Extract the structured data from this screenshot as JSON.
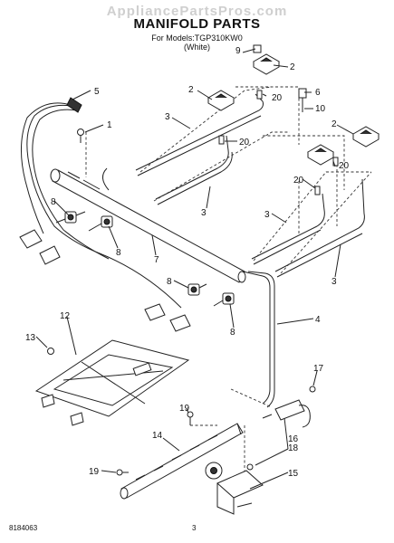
{
  "watermark": "AppliancePartsPros.com",
  "title": "MANIFOLD PARTS",
  "subtitle_line1": "For Models:TGP310KW0",
  "subtitle_line2": "(White)",
  "footer_code": "8184063",
  "page_number": "3",
  "callouts": {
    "c1": "1",
    "c2a": "2",
    "c2b": "2",
    "c2c": "2",
    "c3a": "3",
    "c3b": "3",
    "c3c": "3",
    "c3d": "3",
    "c4": "4",
    "c5": "5",
    "c6": "6",
    "c7": "7",
    "c8a": "8",
    "c8b": "8",
    "c8c": "8",
    "c8d": "8",
    "c9": "9",
    "c10": "10",
    "c12": "12",
    "c13": "13",
    "c14": "14",
    "c15": "15",
    "c16": "16",
    "c17": "17",
    "c18": "18",
    "c19a": "19",
    "c19b": "19",
    "c20a": "20",
    "c20b": "20",
    "c20c": "20",
    "c20d": "20"
  }
}
